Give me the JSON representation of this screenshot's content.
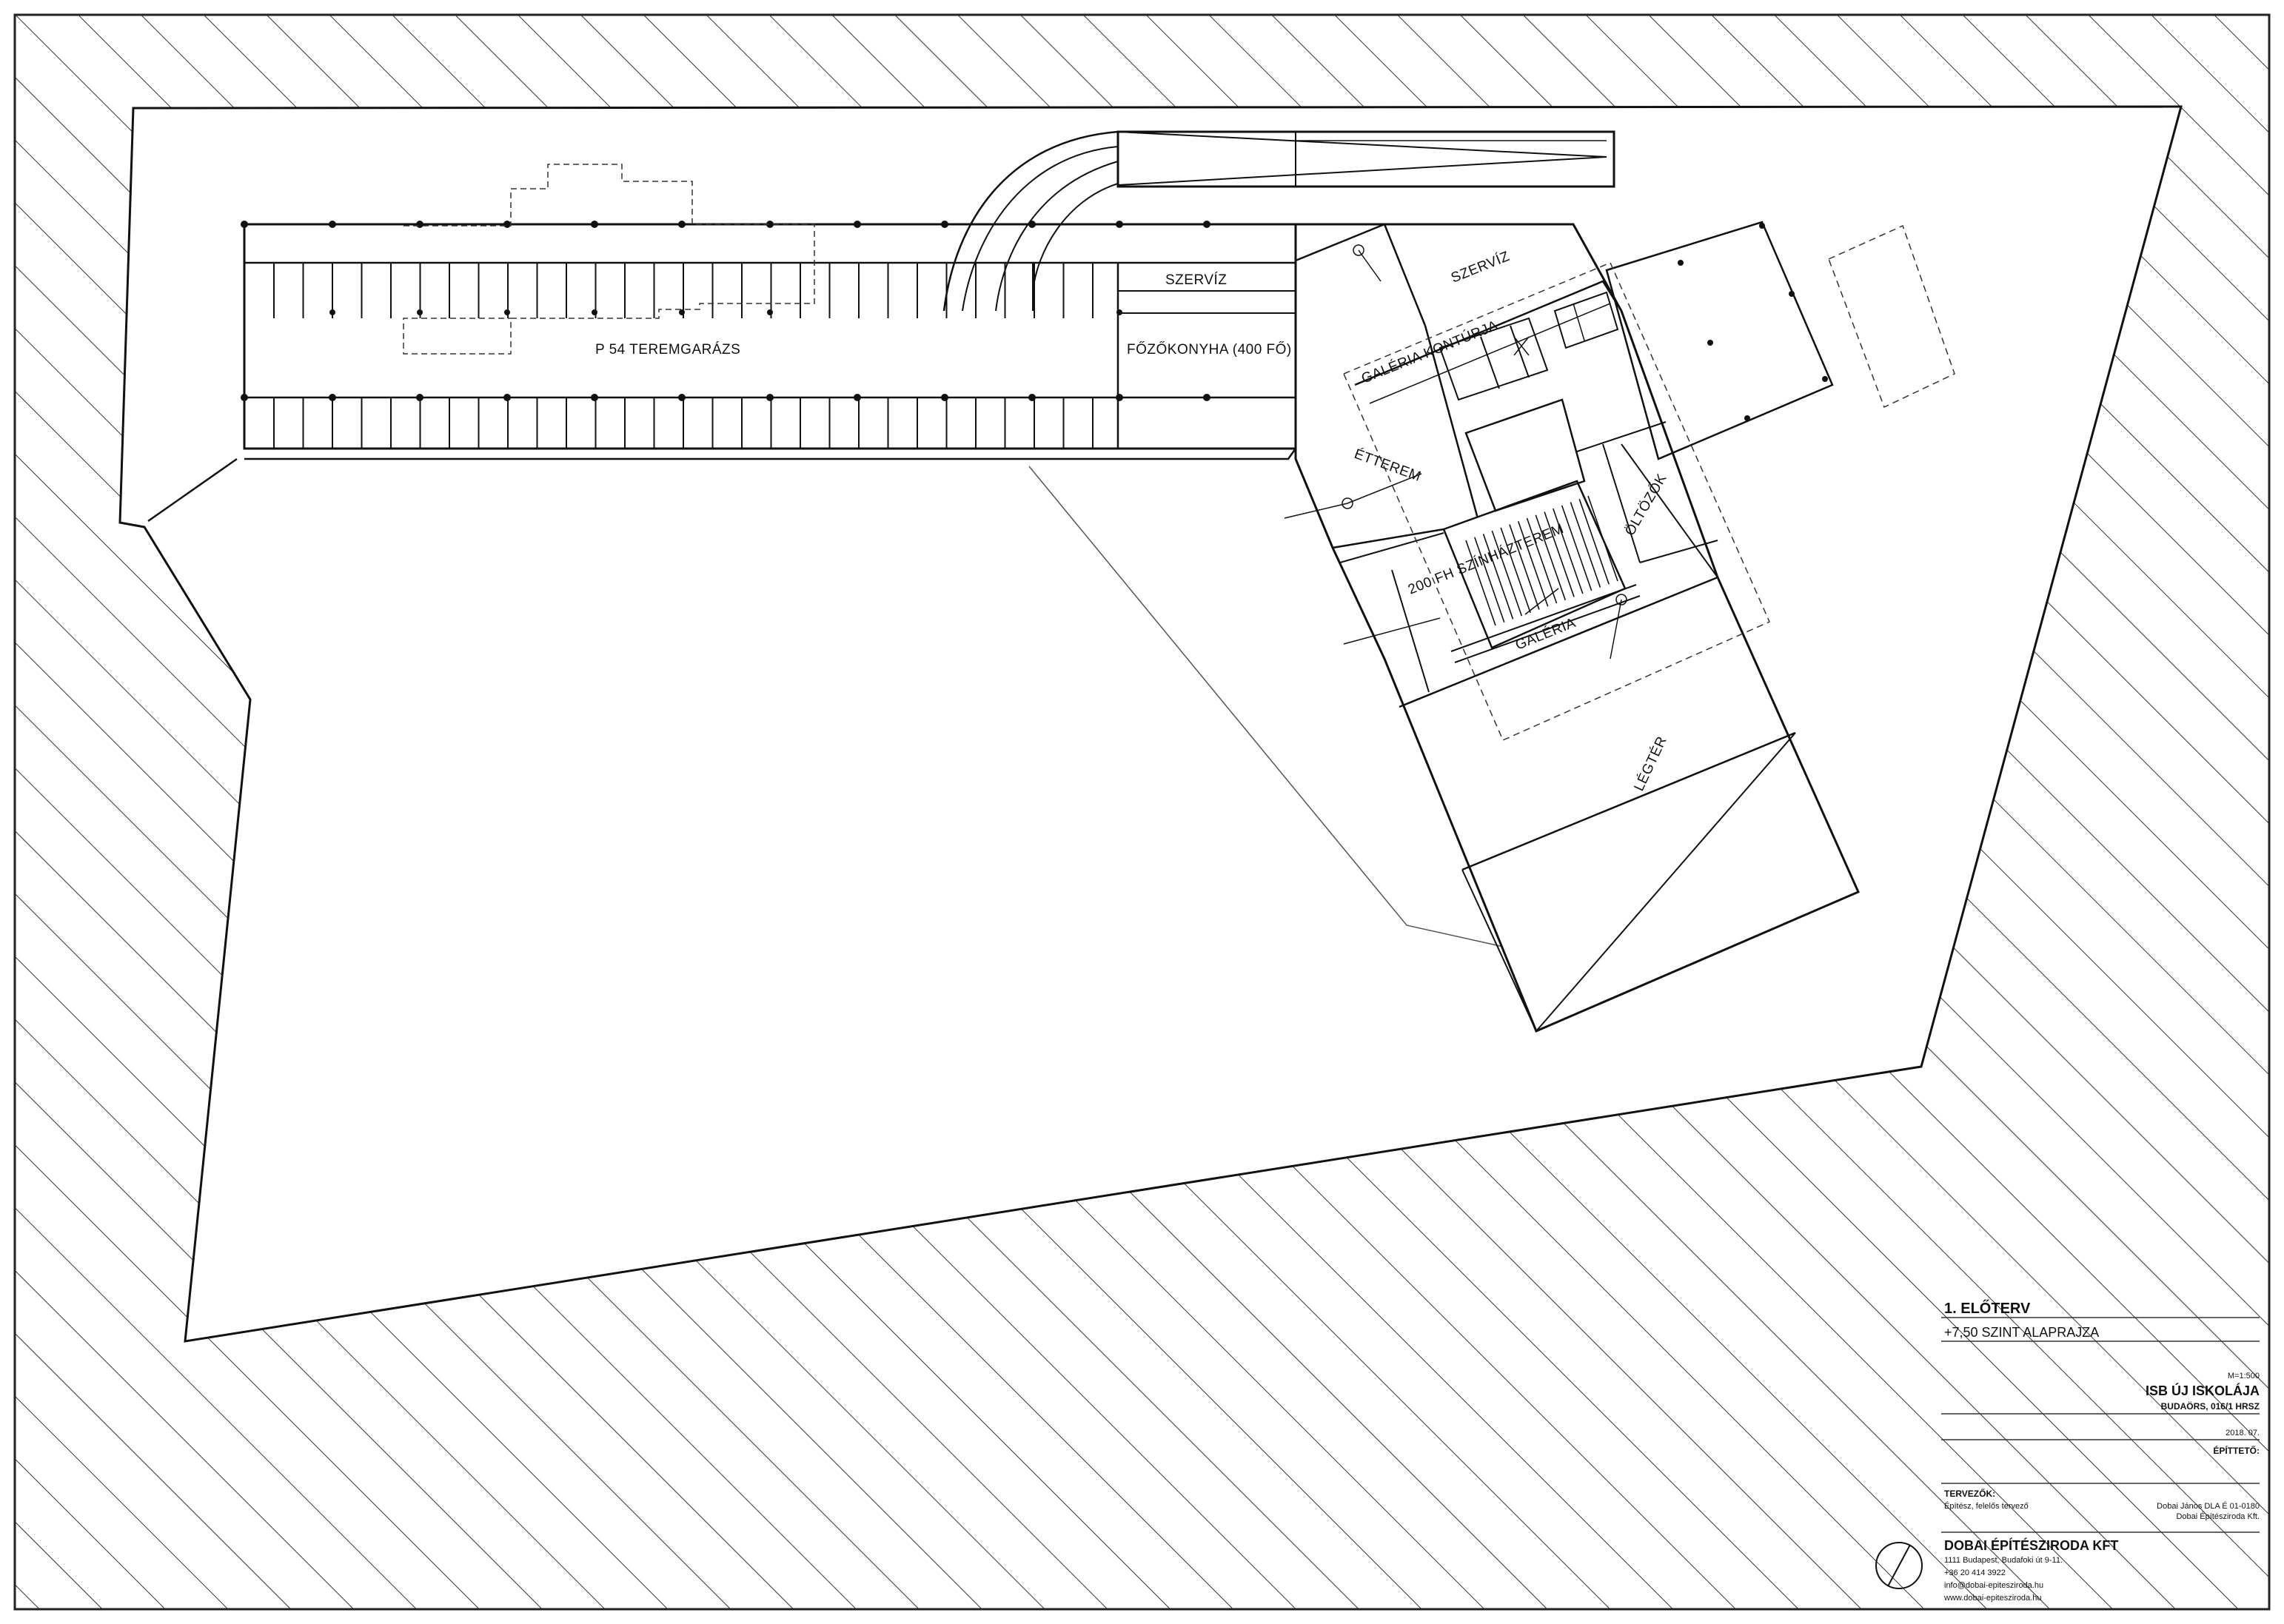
{
  "plan": {
    "labels": {
      "garage": "P 54 TEREMGARÁZS",
      "service_left": "SZERVÍZ",
      "kitchen": "FŐZŐKONYHA (400 FŐ)",
      "service_right": "SZERVÍZ",
      "gallery_contour": "GALÉRIA KONTÚRJA",
      "dining": "ÉTTEREM",
      "theatre": "200 FH SZÍNHÁZTEREM",
      "changing": "ÖLTÖZŐK",
      "gallery": "GALÉRIA",
      "airspace": "LÉGTÉR"
    }
  },
  "title_block": {
    "stage": "1. ELŐTERV",
    "drawing": "+7,50 SZINT ALAPRAJZA",
    "scale": "M=1:500",
    "project": "ISB ÚJ ISKOLÁJA",
    "location": "BUDAÖRS, 016/1 HRSZ",
    "date": "2018. 07.",
    "client_label": "ÉPÍTTETŐ:",
    "designers_label": "TERVEZŐK:",
    "designer_role": "Építész, felelős tervező",
    "designer_name": "Dobai János DLA É 01-0180",
    "designer_firm": "Dobai Építésziroda Kft.",
    "firm_name": "DOBAI ÉPÍTÉSZIRODA KFT",
    "firm_address": "1111 Budapest, Budafoki út 9-11.",
    "firm_phone": "+36 20 414 3922",
    "firm_email": "info@dobai-epitesziroda.hu",
    "firm_web": "www.dobai-epitesziroda.hu"
  }
}
